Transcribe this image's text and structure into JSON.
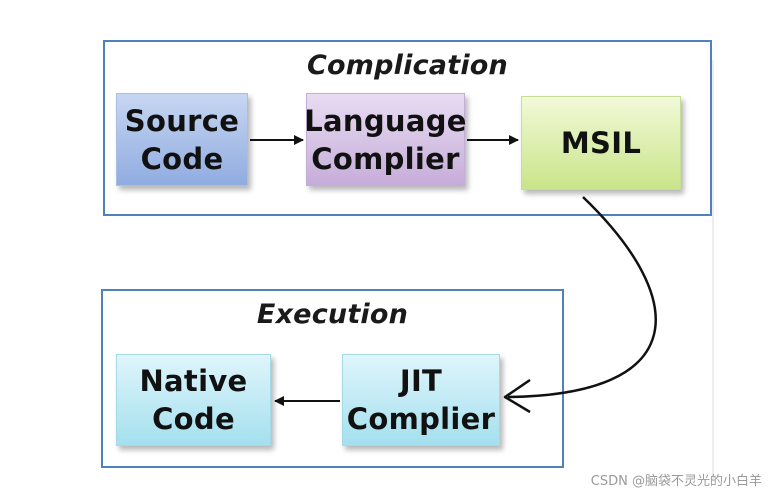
{
  "compilation": {
    "title": "Complication",
    "boxes": [
      {
        "line1": "Source",
        "line2": "Code"
      },
      {
        "line1": "Language",
        "line2": "Complier"
      },
      {
        "line1": "MSIL",
        "line2": ""
      }
    ]
  },
  "execution": {
    "title": "Execution",
    "boxes": [
      {
        "line1": "Native",
        "line2": "Code"
      },
      {
        "line1": "JIT",
        "line2": "Complier"
      }
    ]
  },
  "watermark": "CSDN @脑袋不灵光的小白羊",
  "colors": {
    "frame_border": "#4f81bd",
    "source_code": "#a8bfe8",
    "language_complier": "#d6c3e6",
    "msil": "#dff0b0",
    "native_jit": "#c0ebf5"
  }
}
